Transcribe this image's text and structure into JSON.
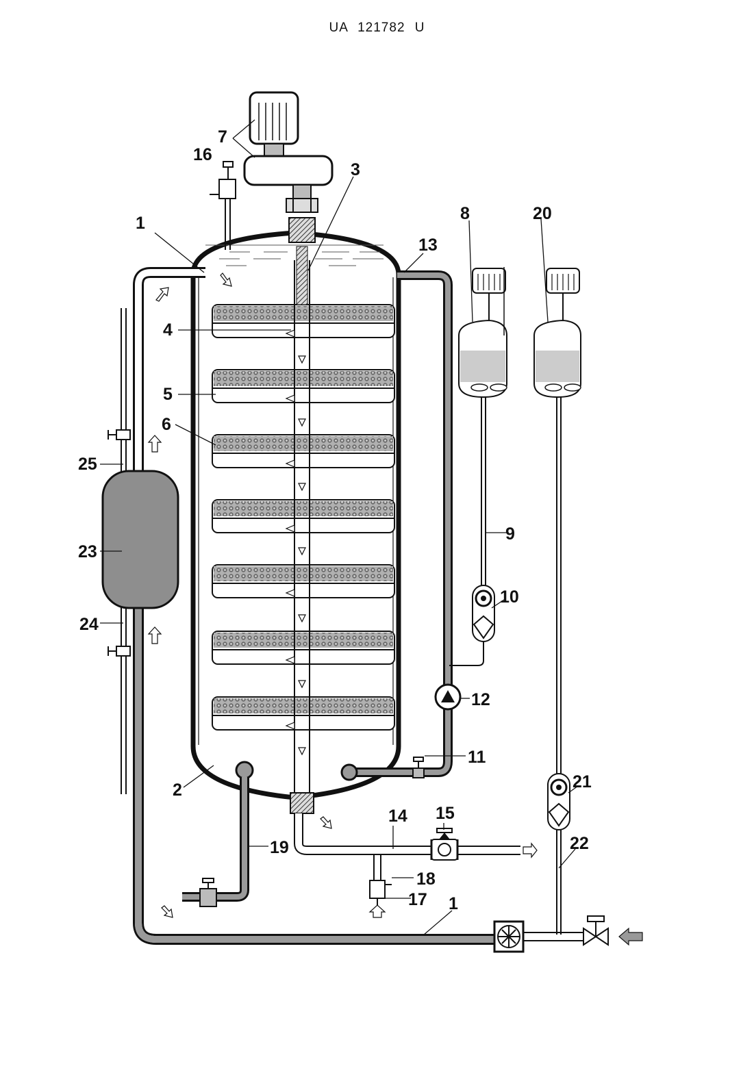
{
  "header": {
    "doc_number": "UA  121782  U"
  },
  "labels": {
    "pipe_1_top": "1",
    "pipe_1_bottom": "1",
    "bottom_2": "2",
    "shaft_3": "3",
    "label_4": "4",
    "label_5": "5",
    "label_6": "6",
    "drive_7": "7",
    "tank_8": "8",
    "line_9": "9",
    "meter_10": "10",
    "line_11": "11",
    "pump_12": "12",
    "outlet_13": "13",
    "line_14": "14",
    "valve_15": "15",
    "valve_16": "16",
    "inlet_17": "17",
    "valve_18": "18",
    "line_19": "19",
    "tank_20": "20",
    "meter_21": "21",
    "line_22": "22",
    "vessel_23": "23",
    "tube_24": "24",
    "tube_25": "25"
  },
  "colors": {
    "line": "#111111",
    "pipe_fill": "#9a9a9a",
    "vessel_fill": "#8e8e8e",
    "packing_fill": "#8a8a8a"
  }
}
